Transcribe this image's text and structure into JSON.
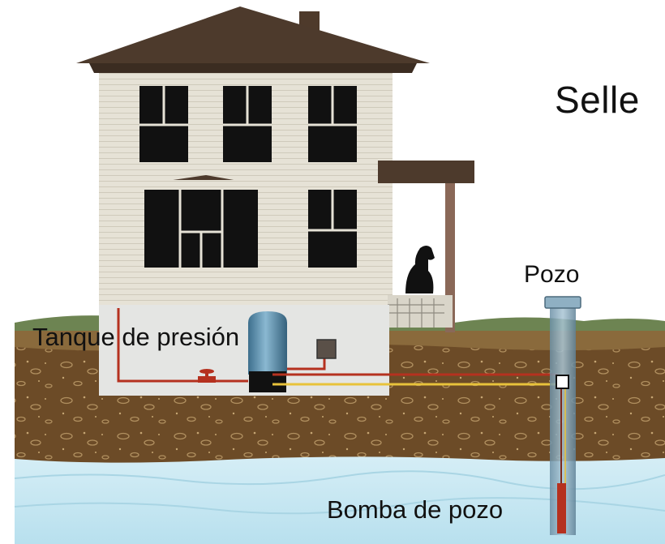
{
  "labels": {
    "title": "Selle",
    "well": "Pozo",
    "pressure_tank": "Tanque de presión",
    "well_pump": "Bomba de pozo"
  },
  "colors": {
    "sky": "#ffffff",
    "house_siding": "#e5e1d5",
    "roof": "#4e3a2b",
    "windows": "#111111",
    "soil": "#6b4a26",
    "grass": "#667f4e",
    "water": "#c9e8f2",
    "pipe_red": "#b5311f",
    "wire_yellow": "#e8c23b",
    "tank_blue": "#4f87a8",
    "well_casing": "#7fa3b8"
  }
}
